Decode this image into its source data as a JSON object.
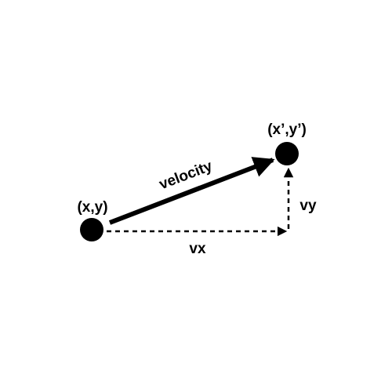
{
  "diagram": {
    "start_point_label": "(x,y)",
    "end_point_label": "(x’,y’)",
    "velocity_label": "velocity",
    "vx_label": "vx",
    "vy_label": "vy"
  },
  "colors": {
    "ink": "#000000",
    "background": "#ffffff"
  }
}
